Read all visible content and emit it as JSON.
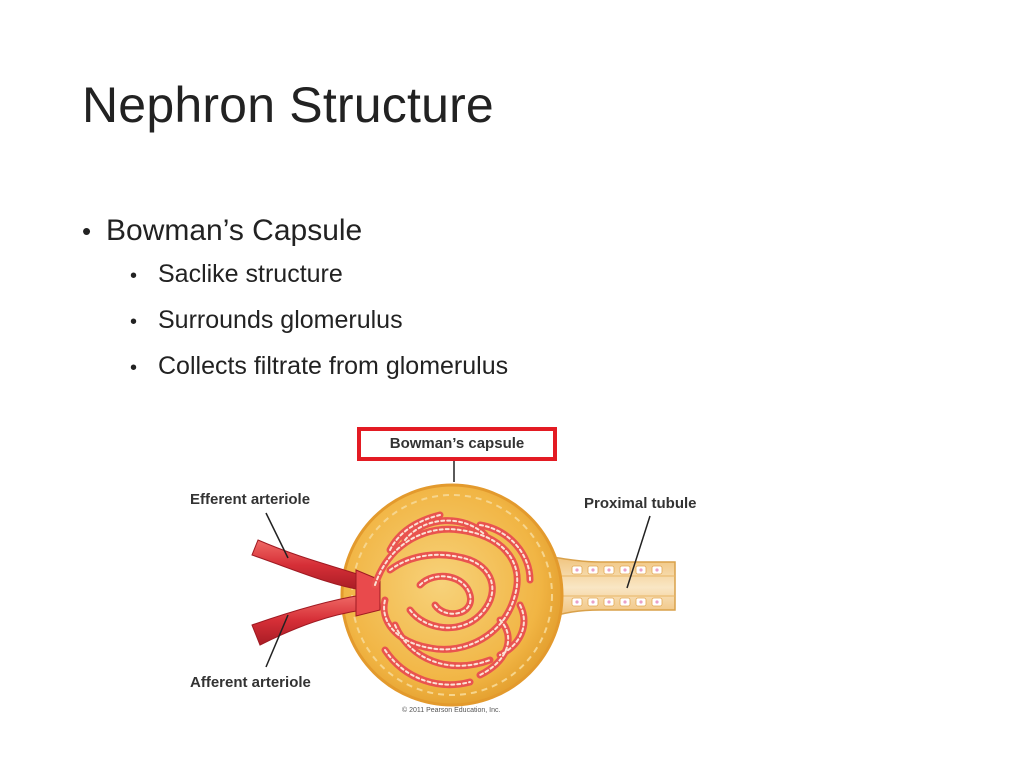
{
  "slide": {
    "title": "Nephron Structure",
    "bullets": [
      {
        "text": "Bowman’s Capsule",
        "children": [
          "Saclike structure",
          "Surrounds glomerulus",
          "Collects filtrate from glomerulus"
        ]
      }
    ]
  },
  "diagram": {
    "labels": {
      "bowman": "Bowman’s capsule",
      "efferent": "Efferent arteriole",
      "afferent": "Afferent arteriole",
      "proximal": "Proximal tubule"
    },
    "copyright": "© 2011 Pearson Education, Inc.",
    "colors": {
      "highlight_box": "#e31b23",
      "capsule": "#f4c15a",
      "capillary": "#e9534f",
      "vessel": "#d62f37"
    }
  }
}
